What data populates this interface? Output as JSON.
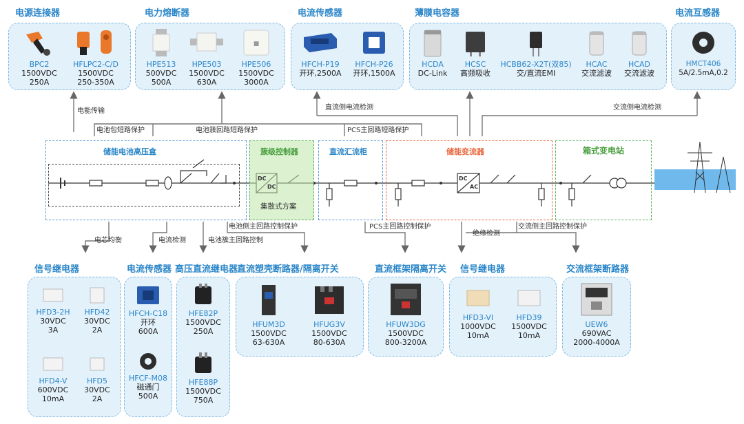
{
  "top_groups": [
    {
      "title": "电源连接器",
      "items": [
        {
          "name": "BPC2",
          "spec1": "1500VDC",
          "spec2": "250A"
        },
        {
          "name": "HFLPC2-C/D",
          "spec1": "1500VDC",
          "spec2": "250-350A"
        }
      ]
    },
    {
      "title": "电力熔断器",
      "items": [
        {
          "name": "HPE513",
          "spec1": "500VDC",
          "spec2": "500A"
        },
        {
          "name": "HPE503",
          "spec1": "1500VDC",
          "spec2": "630A"
        },
        {
          "name": "HPE506",
          "spec1": "1500VDC",
          "spec2": "3000A"
        }
      ]
    },
    {
      "title": "电流传感器",
      "items": [
        {
          "name": "HFCH-P19",
          "spec1": "开环,2500A"
        },
        {
          "name": "HFCH-P26",
          "spec1": "开环,1500A"
        }
      ]
    },
    {
      "title": "薄膜电容器",
      "items": [
        {
          "name": "HCDA",
          "spec1": "DC-Link"
        },
        {
          "name": "HCSC",
          "spec1": "高频吸收"
        },
        {
          "name": "HCBB62-X2T(双85)",
          "spec1": "交/直流EMI"
        },
        {
          "name": "HCAC",
          "spec1": "交流滤波"
        },
        {
          "name": "HCAD",
          "spec1": "交流滤波"
        }
      ]
    },
    {
      "title": "电流互感器",
      "items": [
        {
          "name": "HMCT406",
          "spec1": "5A/2.5mA,0.2"
        }
      ]
    }
  ],
  "flow_labels": {
    "power_transfer": "电能传输",
    "pack_short": "电池包短路保护",
    "cluster_short": "电池簇回路短路保护",
    "pcs_short": "PCS主回路短路保护",
    "dc_detect": "直流侧电流检测",
    "ac_detect": "交流侧电流检测",
    "cell_balance": "电芯均衡",
    "current_detect": "电流检测",
    "cluster_ctrl": "电池簇主回路控制",
    "battery_side_ctrl": "电池侧主回路控制保护",
    "pcs_ctrl": "PCS主回路控制保护",
    "insulation": "绝缘检测",
    "ac_side_ctrl": "交流侧主回路控制保护"
  },
  "zones": {
    "hv_box": "储能电池高压盒",
    "cluster_ctrl": "簇级控制器",
    "cluster_ctrl_sub": "集散式方案",
    "dc_combiner": "直流汇流柜",
    "pcs": "储能变流器",
    "substation": "箱式变电站"
  },
  "converter": {
    "dcdc_top": "DC",
    "dcdc_bot": "DC",
    "dcac_top": "DC",
    "dcac_bot": "AC"
  },
  "bottom_groups": [
    {
      "title": "信号继电器",
      "items": [
        {
          "name": "HFD3-2H",
          "spec1": "30VDC",
          "spec2": "3A"
        },
        {
          "name": "HFD42",
          "spec1": "30VDC",
          "spec2": "2A"
        },
        {
          "name": "HFD4-V",
          "spec1": "600VDC",
          "spec2": "10mA"
        },
        {
          "name": "HFD5",
          "spec1": "30VDC",
          "spec2": "2A"
        }
      ]
    },
    {
      "title": "电流传感器",
      "items": [
        {
          "name": "HFCH-C18",
          "spec1": "开环",
          "spec2": "600A"
        },
        {
          "name": "HFCF-M08",
          "spec1": "磁通门",
          "spec2": "500A"
        }
      ]
    },
    {
      "title": "高压直流继电器",
      "items": [
        {
          "name": "HFE82P",
          "spec1": "1500VDC",
          "spec2": "250A"
        },
        {
          "name": "HFE88P",
          "spec1": "1500VDC",
          "spec2": "750A"
        }
      ]
    },
    {
      "title": "直流塑壳断路器/隔离开关",
      "items": [
        {
          "name": "HFUM3D",
          "spec1": "1500VDC",
          "spec2": "63-630A"
        },
        {
          "name": "HFUG3V",
          "spec1": "1500VDC",
          "spec2": "80-630A"
        }
      ]
    },
    {
      "title": "直流框架隔离开关",
      "items": [
        {
          "name": "HFUW3DG",
          "spec1": "1500VDC",
          "spec2": "800-3200A"
        }
      ]
    },
    {
      "title": "信号继电器",
      "items": [
        {
          "name": "HFD3-VI",
          "spec1": "1000VDC",
          "spec2": "10mA"
        },
        {
          "name": "HFD39",
          "spec1": "1500VDC",
          "spec2": "10mA"
        }
      ]
    },
    {
      "title": "交流框架断路器",
      "items": [
        {
          "name": "UEW6",
          "spec1": "690VAC",
          "spec2": "2000-4000A"
        }
      ]
    }
  ],
  "colors": {
    "accent": "#2a86c8",
    "panel": "#e3f1fb",
    "pcs": "#e8663c",
    "substation": "#5ab25a"
  }
}
